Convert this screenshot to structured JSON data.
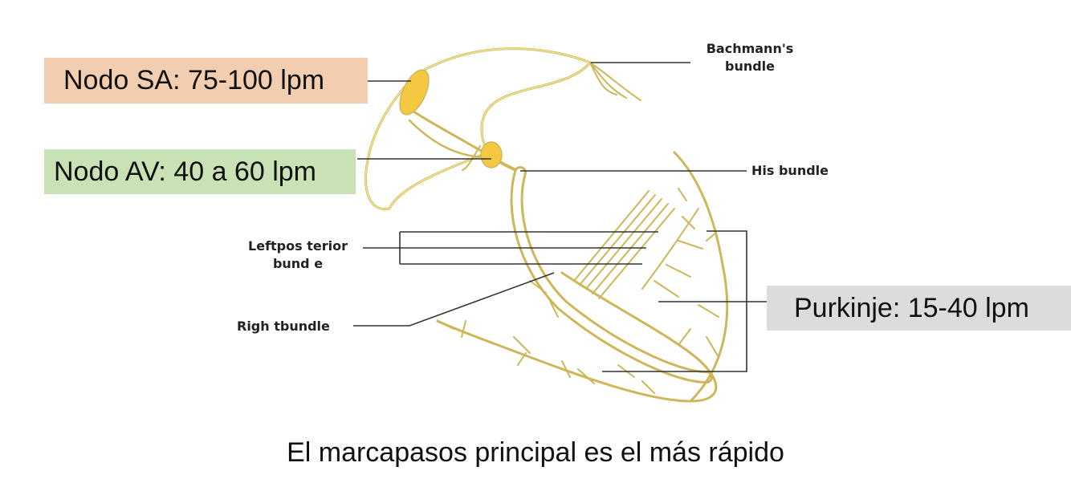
{
  "labels": {
    "bachmann": "Bachmann's",
    "bachmann_line2": "bundle",
    "his": "His bundle",
    "left_posterior": "Leftpos terior",
    "left_posterior_line2": "bund e",
    "right": "Righ tbundle"
  },
  "boxes": {
    "sa": "Nodo SA: 75-100 lpm",
    "av": "Nodo AV: 40 a 60 lpm",
    "purkinje": "Purkinje: 15-40 lpm"
  },
  "caption": "El marcapasos principal es el más rápido",
  "colors": {
    "fiber": "#e8d46a",
    "node": "#f5c842",
    "sa_box": "#f2cdb0",
    "av_box": "#c8e2b6",
    "purkinje_box": "#dcdcdc",
    "leader": "#333333"
  }
}
